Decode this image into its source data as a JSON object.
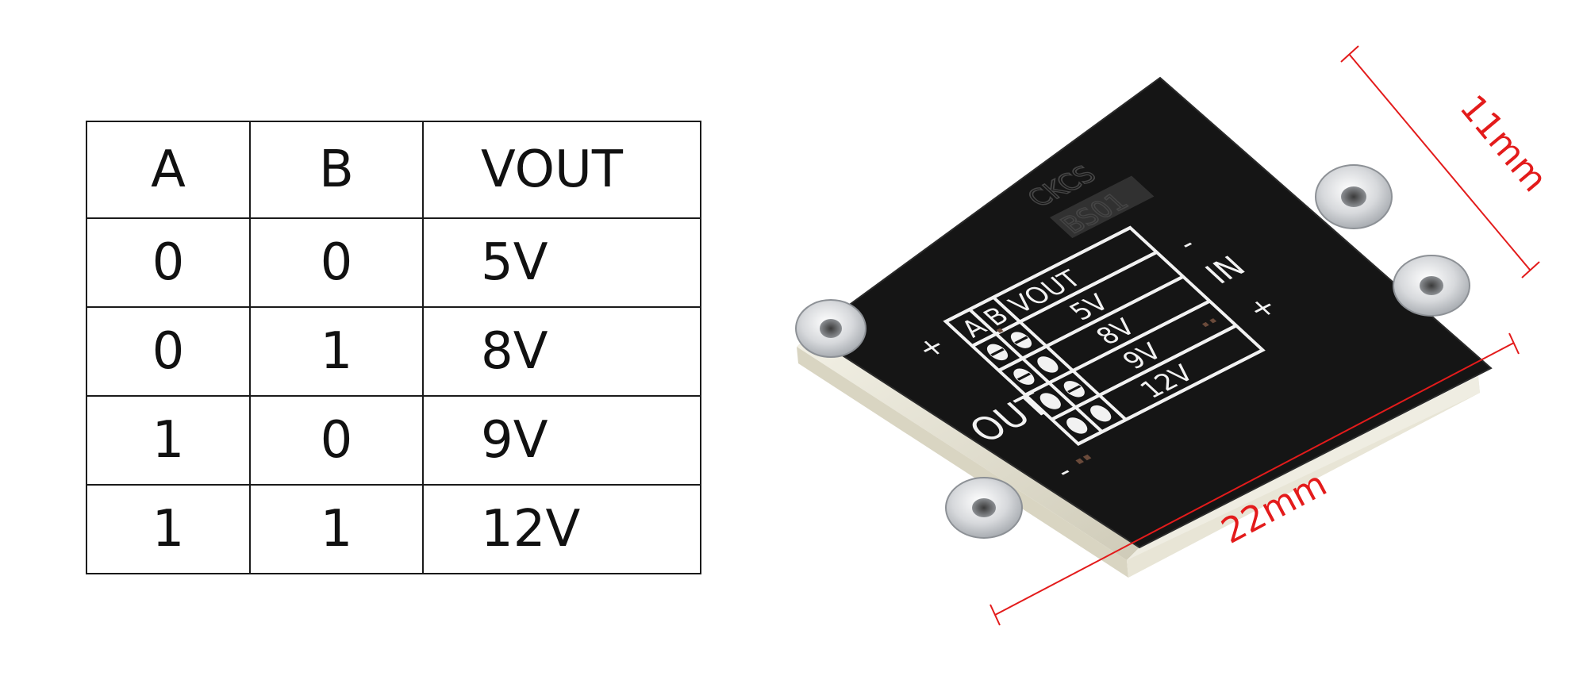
{
  "table": {
    "headers": [
      "A",
      "B",
      "VOUT"
    ],
    "rows": [
      [
        "0",
        "0",
        "5V"
      ],
      [
        "0",
        "1",
        "8V"
      ],
      [
        "1",
        "0",
        "9V"
      ],
      [
        "1",
        "1",
        "12V"
      ]
    ]
  },
  "board": {
    "silkscreen": {
      "brand": "CKCS",
      "model": "BS01",
      "col_a": "A",
      "col_b": "B",
      "col_vout": "VOUT",
      "v1": "5V",
      "v2": "8V",
      "v3": "9V",
      "v4": "12V",
      "out_label": "OUT",
      "in_label": "IN",
      "plus": "+",
      "minus": "-"
    },
    "dimensions": {
      "width": "11mm",
      "length": "22mm"
    },
    "colors": {
      "pcb": "#151515",
      "silk": "#f2f2f2",
      "dimension_line": "#e31b1b",
      "pad": "#cfd2d6"
    }
  }
}
